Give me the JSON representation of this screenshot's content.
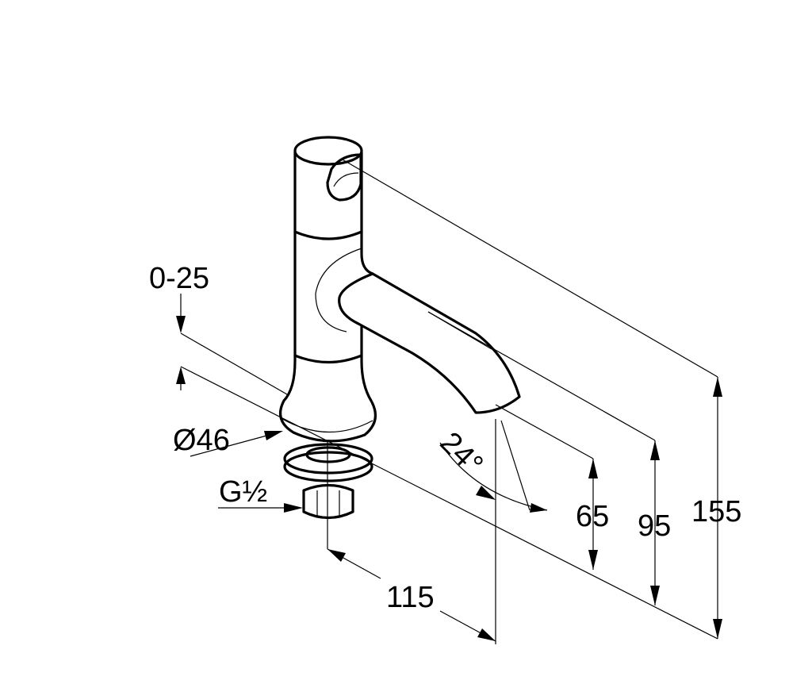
{
  "drawing": {
    "subject": "faucet",
    "dimensions": {
      "adjust_range": "0-25",
      "base_diameter": "Ø46",
      "thread": "G½",
      "angle": "24°",
      "spout_reach": "115",
      "outlet_height": "65",
      "spout_height": "95",
      "total_height": "155"
    }
  }
}
